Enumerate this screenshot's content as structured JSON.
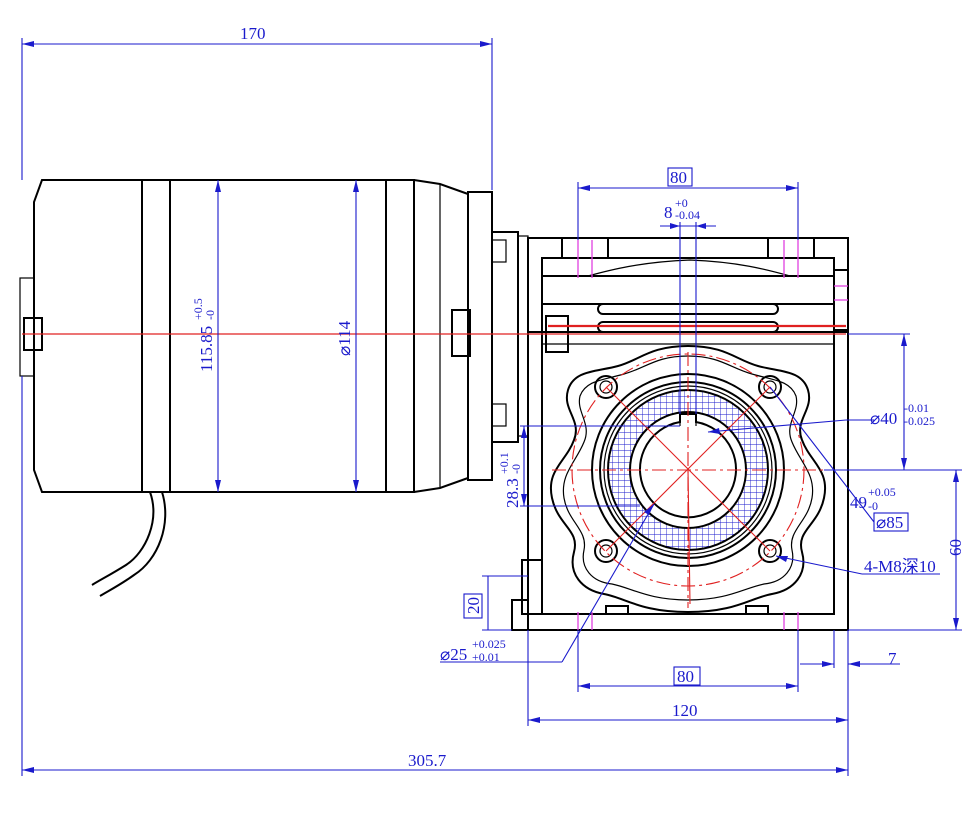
{
  "dimensions": {
    "overall_motor_length": "170",
    "overall_length": "305.7",
    "motor_height": "115.85",
    "motor_height_tol_upper": "+0.5",
    "motor_height_tol_lower": "-0",
    "motor_diameter": "⌀114",
    "top_width_box": "80",
    "key_width": "8",
    "key_width_tol_upper": "+0",
    "key_width_tol_lower": "-0.04",
    "bore_diameter": "⌀40",
    "bore_diameter_tol_upper": "-0.01",
    "bore_diameter_tol_lower": "-0.025",
    "key_height": "28.3",
    "key_height_tol_upper": "+0.1",
    "key_height_tol_lower": "-0",
    "center_height": "49",
    "center_height_tol_upper": "+0.05",
    "center_height_tol_lower": "-0",
    "pcd_box": "⌀85",
    "holes": "4-M8深10",
    "right_height": "60",
    "left_height_box": "20",
    "shaft_diameter": "⌀25",
    "shaft_diameter_tol_upper": "+0.025",
    "shaft_diameter_tol_lower": "+0.01",
    "right_offset": "7",
    "bottom_width_box": "80",
    "bottom_width": "120"
  }
}
